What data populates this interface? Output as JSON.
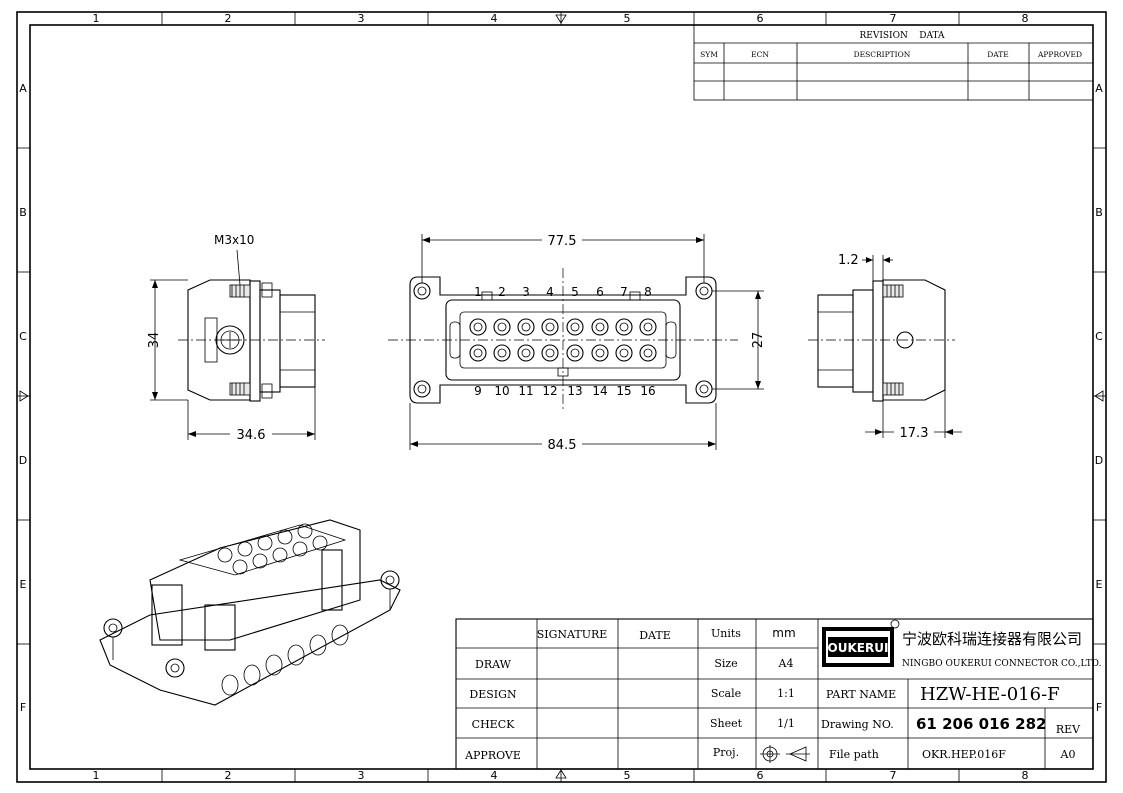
{
  "border": {
    "columns": [
      "1",
      "2",
      "3",
      "4",
      "5",
      "6",
      "7",
      "8"
    ],
    "rows": [
      "A",
      "B",
      "C",
      "D",
      "E",
      "F"
    ]
  },
  "revision": {
    "header": "REVISION    DATA",
    "cols": [
      "SYM",
      "ECN",
      "DESCRIPTION",
      "DATE",
      "APPROVED"
    ]
  },
  "views": {
    "left": {
      "callout": "M3x10",
      "height": "34",
      "width": "34.6"
    },
    "front": {
      "top_dim": "77.5",
      "bottom_dim": "84.5",
      "right_dim": "27",
      "pins_top": [
        "1",
        "2",
        "3",
        "4",
        "5",
        "6",
        "7",
        "8"
      ],
      "pins_bottom": [
        "9",
        "10",
        "11",
        "12",
        "13",
        "14",
        "15",
        "16"
      ]
    },
    "right": {
      "top_dim": "1.2",
      "bottom_dim": "17.3"
    }
  },
  "title_block": {
    "header": [
      "SIGNATURE",
      "DATE"
    ],
    "rows": [
      "DRAW",
      "DESIGN",
      "CHECK",
      "APPROVE"
    ],
    "units_label": "Units",
    "units_value": "mm",
    "size_label": "Size",
    "size_value": "A4",
    "scale_label": "Scale",
    "scale_value": "1:1",
    "sheet_label": "Sheet",
    "sheet_value": "1/1",
    "proj_label": "Proj.",
    "logo_text": "OUKERUI",
    "company_cn": "宁波欧科瑞连接器有限公司",
    "company_en": "NINGBO OUKERUI CONNECTOR CO.,LTD.",
    "part_name_label": "PART NAME",
    "part_name": "HZW-HE-016-F",
    "drawing_no_label": "Drawing NO.",
    "drawing_no": "61 206 016 282",
    "rev_label": "REV",
    "rev_value": "A0",
    "file_path_label": "File path",
    "file_path": "OKR.HEP.016F"
  }
}
